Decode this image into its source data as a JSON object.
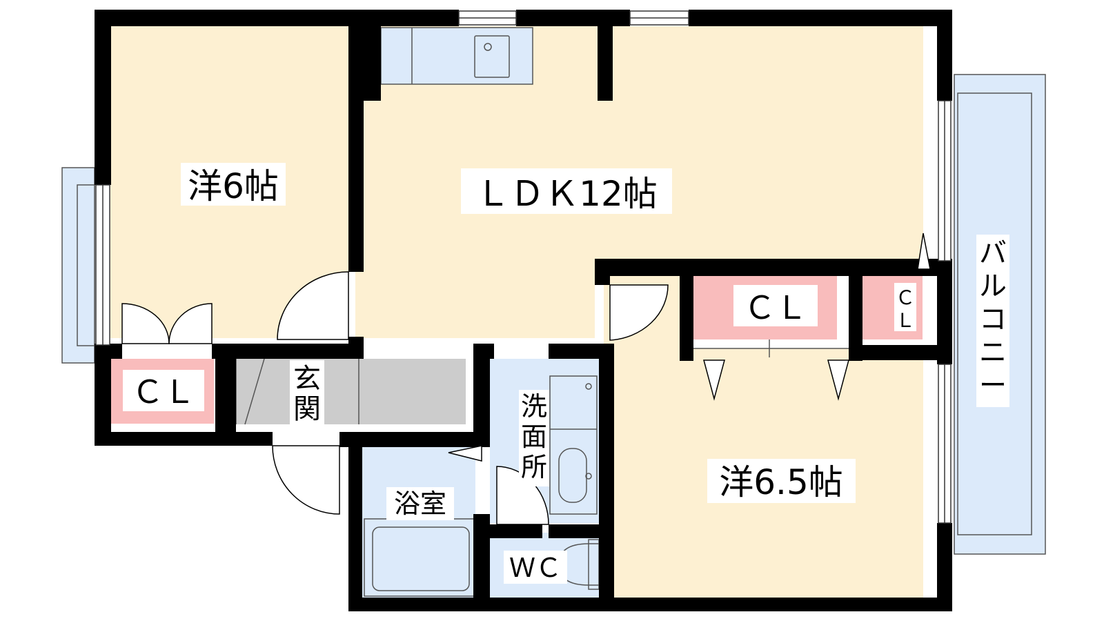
{
  "labels": {
    "western_room_6": "洋6帖",
    "ldk": "ＬＤＫ12帖",
    "western_room_65": "洋6.5帖",
    "closet_large": "ＣＬ",
    "closet_small_line1": "Ｃ",
    "closet_small_line2": "Ｌ",
    "closet_left": "ＣＬ",
    "entrance_line1": "玄",
    "entrance_line2": "関",
    "washroom_line1": "洗",
    "washroom_line2": "面",
    "washroom_line3": "所",
    "bathroom": "浴室",
    "toilet": "ＷＣ",
    "balcony_chars": [
      "バ",
      "ル",
      "コ",
      "ニ",
      "ー"
    ]
  },
  "colors": {
    "room_floor": "#fdf0d2",
    "wet_area": "#dceafa",
    "closet": "#f9bcbc",
    "entrance": "#cccccc",
    "wall": "#000000"
  }
}
